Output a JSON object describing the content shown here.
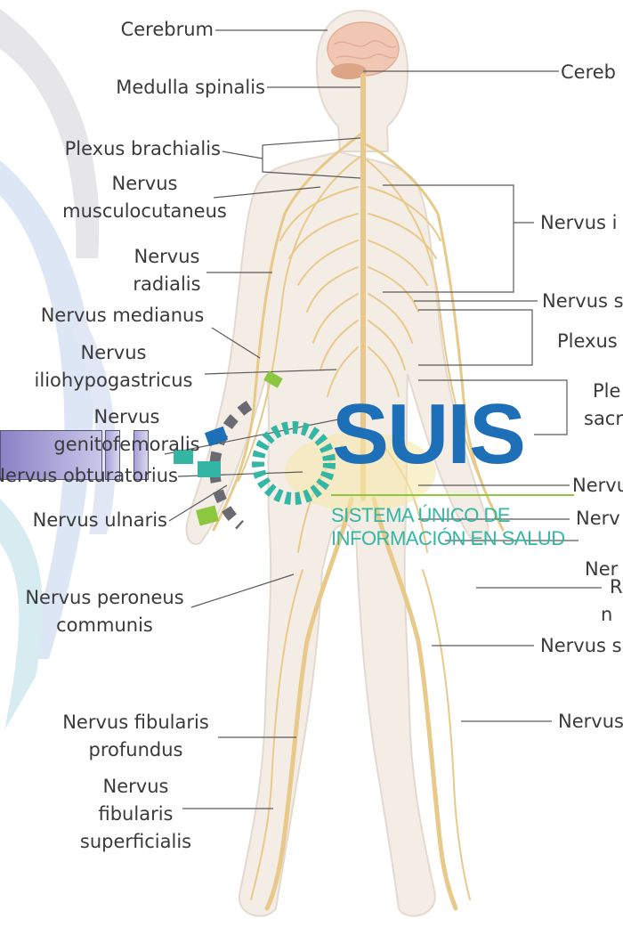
{
  "labels_left": {
    "cerebrum": "Cerebrum",
    "medulla": "Medulla spinalis",
    "plexus_brachialis": "Plexus brachialis",
    "musculocutaneus_1": "Nervus",
    "musculocutaneus_2": "musculocutaneus",
    "radialis_1": "Nervus",
    "radialis_2": "radialis",
    "medianus": "Nervus medianus",
    "ilio_1": "Nervus",
    "ilio_2": "iliohypogastricus",
    "gf_1": "Nervus",
    "gf_2": "genitofemoralis",
    "obturatorius": "Nervus obturatorius",
    "ulnaris": "Nervus ulnaris",
    "peroneus_1": "Nervus peroneus",
    "peroneus_2": "communis",
    "fib_prof_1": "Nervus fibularis",
    "fib_prof_2": "profundus",
    "fib_sup_1": "Nervus",
    "fib_sup_2": "fibularis",
    "fib_sup_3": "superficialis"
  },
  "labels_right": {
    "cerebellum": "Cereb",
    "intercostales": "Nervus i",
    "subcostalis": "Nervus s",
    "plexus_lumbalis": "Plexus",
    "plexus_sacralis_1": "Ple",
    "plexus_sacralis_2": "sacr",
    "femoralis": "Nervu",
    "pudendus": "Nerv",
    "ischiadicus": "Ner",
    "rami_1": "R",
    "rami_2": "n",
    "saphenus": "Nervus s",
    "tibialis": "Nervus"
  },
  "watermark": {
    "logo_text": "SUIS",
    "line1": "SISTEMA ÚNICO DE",
    "line2": "INFORMACIÓN EN SALUD"
  },
  "colors": {
    "nerve": "#e8c98a",
    "body": "#f4ede6",
    "brain": "#f1c7b3",
    "logo_blue": "#1d6fb8",
    "logo_teal": "#33b6a4"
  }
}
